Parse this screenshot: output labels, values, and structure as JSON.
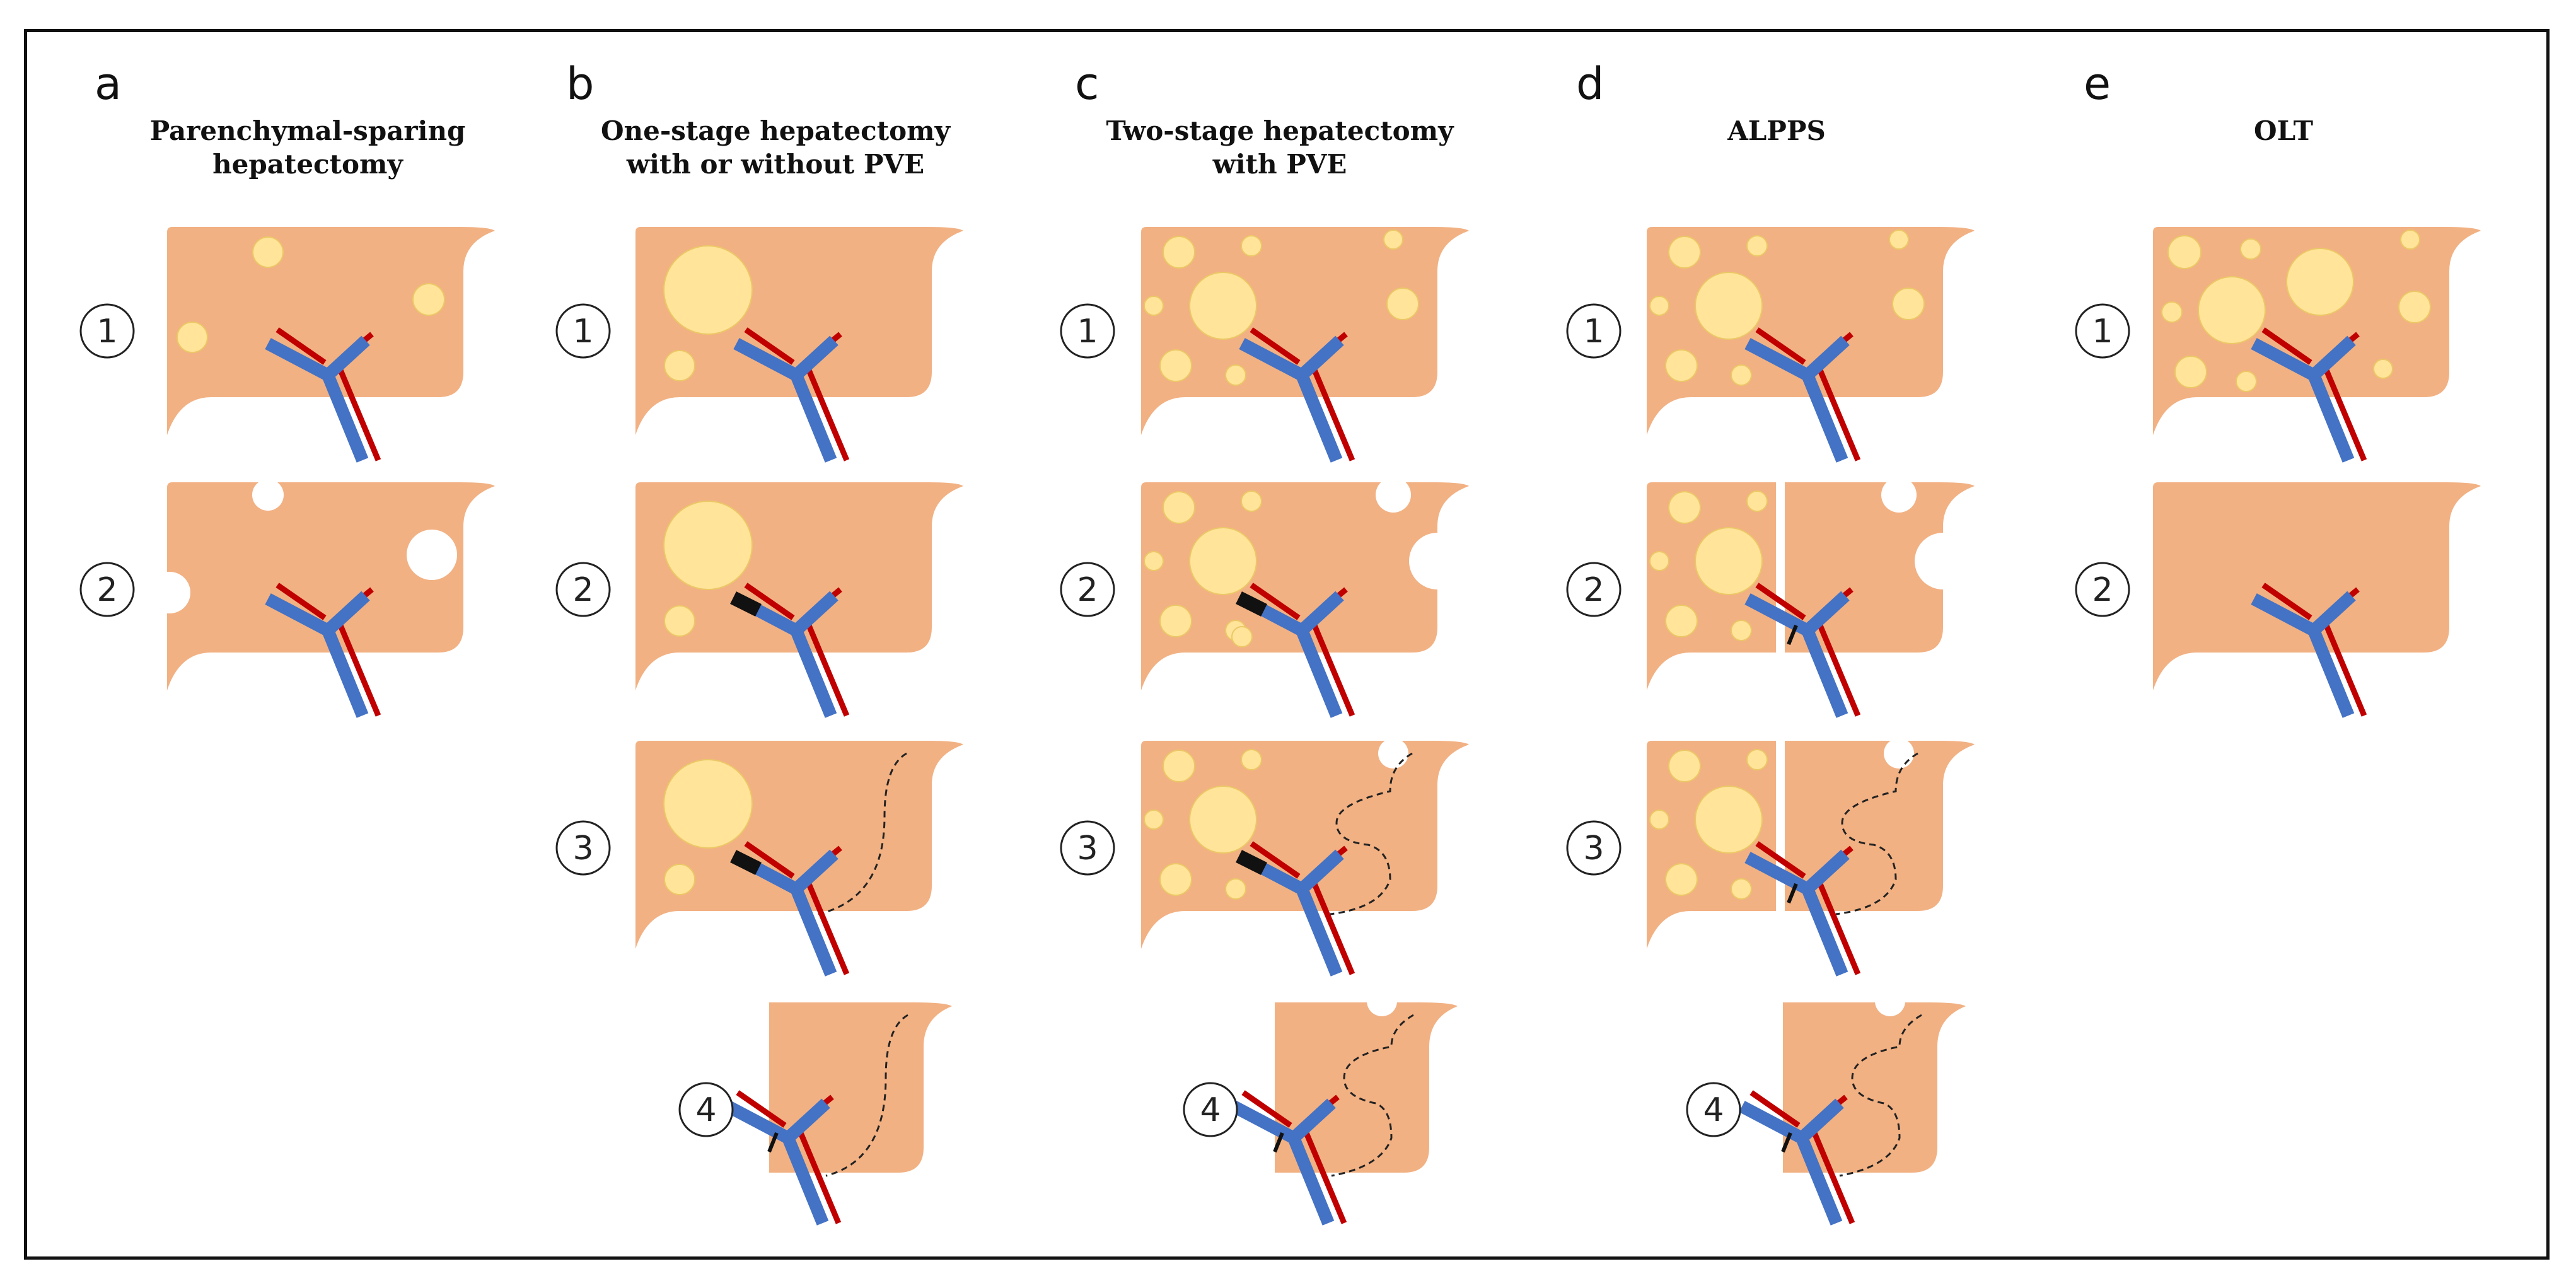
{
  "colors": {
    "liver": "#F2B183",
    "tumor": "#FFE49A",
    "tumor_border": "#EBC866",
    "portal_vein": "#4472C4",
    "artery": "#C00000",
    "embolization": "#111111",
    "outline": "#222222"
  },
  "panels": [
    {
      "letter": "a",
      "title_lines": [
        "Parenchymal-sparing",
        "hepatectomy"
      ],
      "steps": [
        "1",
        "2"
      ]
    },
    {
      "letter": "b",
      "title_lines": [
        "One-stage hepatectomy",
        "with or without PVE"
      ],
      "steps": [
        "1",
        "2",
        "3",
        "4"
      ]
    },
    {
      "letter": "c",
      "title_lines": [
        "Two-stage hepatectomy",
        "with PVE"
      ],
      "steps": [
        "1",
        "2",
        "3",
        "4"
      ]
    },
    {
      "letter": "d",
      "title_lines": [
        "ALPPS"
      ],
      "steps": [
        "1",
        "2",
        "3",
        "4"
      ]
    },
    {
      "letter": "e",
      "title_lines": [
        "OLT"
      ],
      "steps": [
        "1",
        "2"
      ]
    }
  ]
}
